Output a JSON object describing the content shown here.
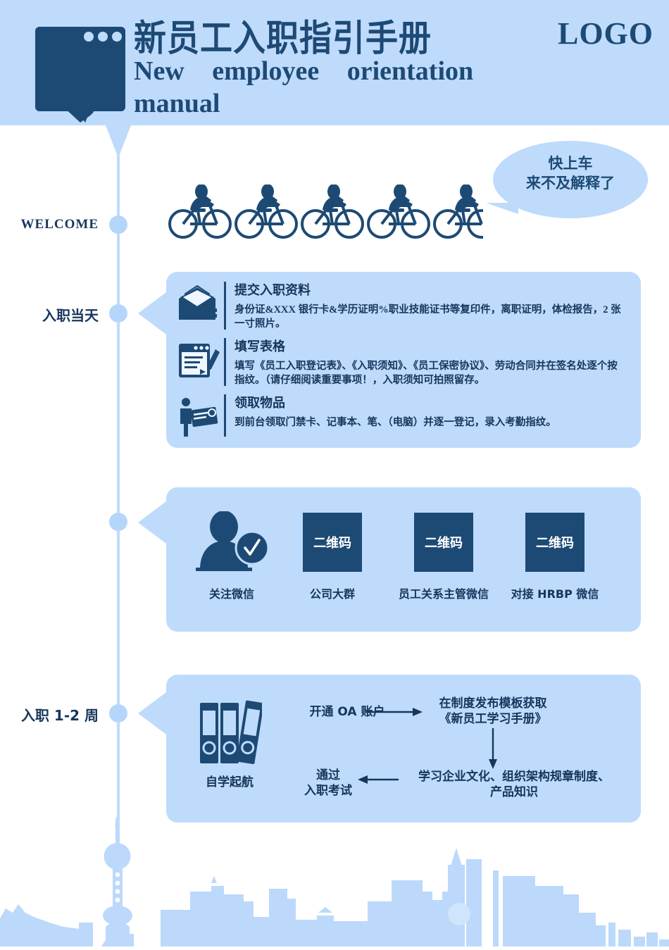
{
  "colors": {
    "light_blue": "#bedbfb",
    "navy": "#1d4a75",
    "dark_navy": "#16365c",
    "white": "#ffffff"
  },
  "header": {
    "title_cn": "新员工入职指引手册",
    "title_en_line1": "New employee orientation",
    "title_en_word1": "New",
    "title_en_word2": "employee",
    "title_en_word3": "orientation",
    "title_en_line2": "manual",
    "logo": "LOGO",
    "icon": "click-window-icon"
  },
  "timeline": {
    "stages": [
      {
        "label": "WELCOME"
      },
      {
        "label": "入职当天"
      },
      {
        "label": "入职 1-2 周"
      }
    ]
  },
  "welcome": {
    "bike_count": 5,
    "bubble_line1": "快上车",
    "bubble_line2": "来不及解释了"
  },
  "first_day": {
    "items": [
      {
        "icon": "envelope-documents-icon",
        "title": "提交入职资料",
        "body": "身份证&XXX 银行卡&学历证明%职业技能证书等复印件，离职证明，体检报告，2 张一寸照片。"
      },
      {
        "icon": "form-pencil-icon",
        "title": "填写表格",
        "body": "填写《员工入职登记表》、《入职须知》、《员工保密协议》、劳动合同并在签名处逐个按指纹。（请仔细阅读重要事项！，入职须知可拍照留存。"
      },
      {
        "icon": "person-badge-icon",
        "title": "领取物品",
        "body": "到前台领取门禁卡、记事本、笔、（电脑）并逐一登记，录入考勤指纹。"
      }
    ]
  },
  "wechat": {
    "person_icon": "person-check-icon",
    "person_caption": "关注微信",
    "qr_label": "二维码",
    "qr_items": [
      {
        "label": "二维码",
        "caption": "公司大群"
      },
      {
        "label": "二维码",
        "caption": "员工关系主管微信"
      },
      {
        "label": "二维码",
        "caption": "对接 HRBP 微信"
      }
    ]
  },
  "week_one_two": {
    "binder_icon": "binders-icon",
    "binder_caption": "自学起航",
    "step1": "开通 OA 账户",
    "step2_line1": "在制度发布模板获取",
    "step2_line2": "《新员工学习手册》",
    "step3_line1": "学习企业文化、组织架构规章制度、",
    "step3_line2": "产品知识",
    "step4_line1": "通过",
    "step4_line2": "入职考试"
  },
  "footer": {
    "skyline": "city-skyline-graphic"
  }
}
